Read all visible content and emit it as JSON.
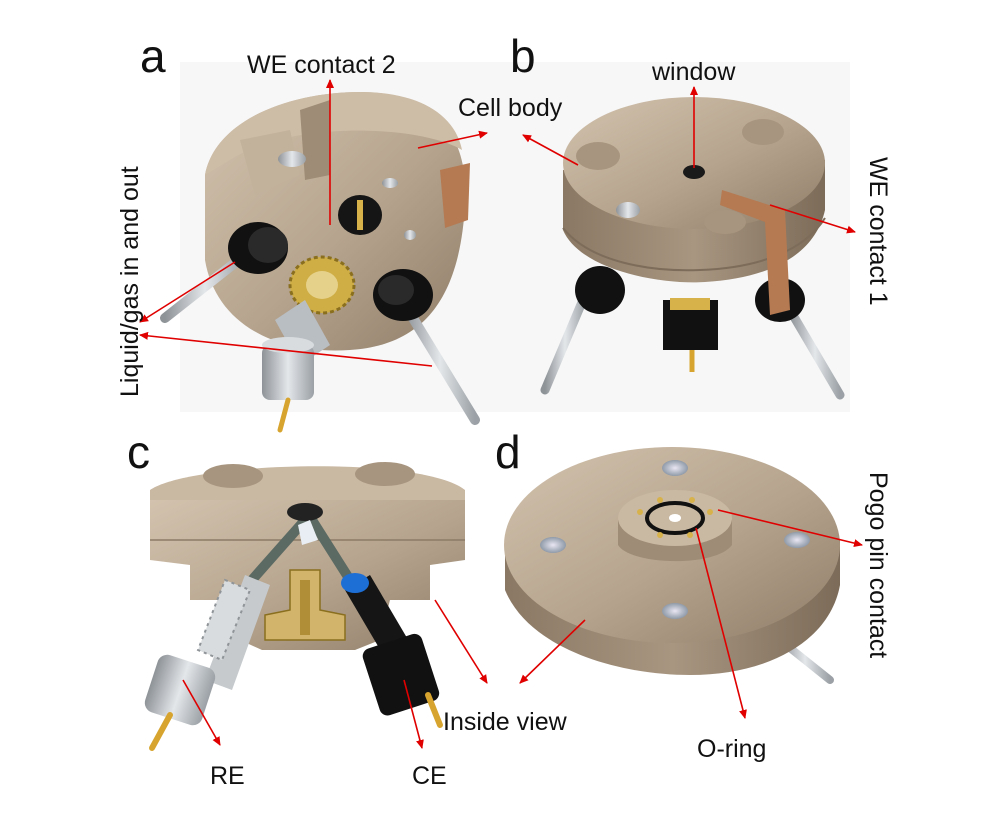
{
  "figure": {
    "panels": [
      {
        "letter": "a"
      },
      {
        "letter": "b"
      },
      {
        "letter": "c"
      },
      {
        "letter": "d"
      }
    ],
    "labels": {
      "we_contact_2": "WE contact 2",
      "cell_body": "Cell body",
      "window": "window",
      "liquid_gas": "Liquid/gas in and out",
      "we_contact_1": "WE contact 1",
      "pogo_pin": "Pogo pin contact",
      "inside_view": "Inside view",
      "re": "RE",
      "ce": "CE",
      "o_ring": "O-ring"
    },
    "colors": {
      "body": "#b7a58f",
      "body_dark": "#8c7b66",
      "body_light": "#cdbda8",
      "black_fitting": "#111111",
      "gold": "#d7b24a",
      "silver": "#c9ced2",
      "copper": "#b57a52",
      "arrow": "#e00000"
    }
  }
}
